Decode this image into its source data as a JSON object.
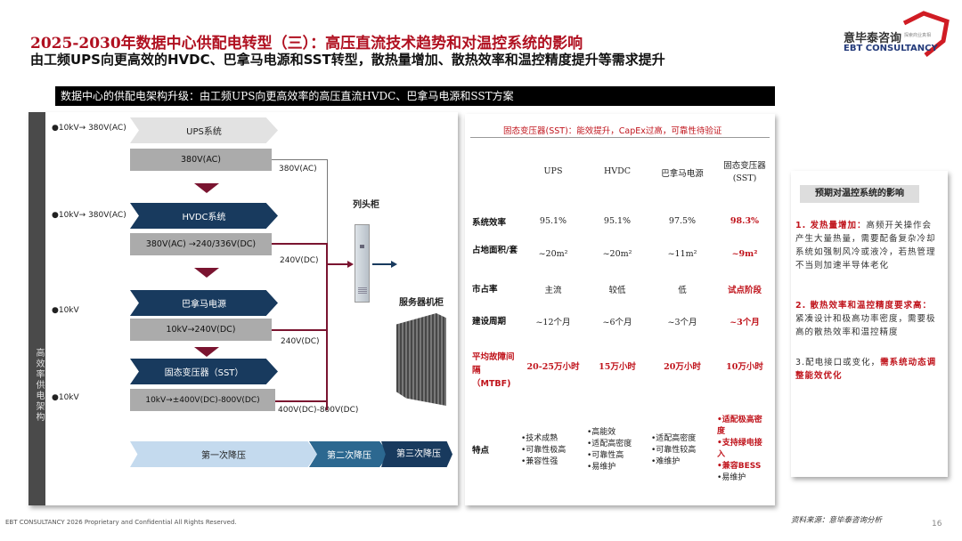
{
  "header": {
    "title": "2025-2030年数据中心供配电转型（三）：高压直流技术趋势和对温控系统的影响",
    "subtitle": "由工频UPS向更高效的HVDC、巴拿马电源和SST转型，散热量增加、散热效率和温控精度提升等需求提升"
  },
  "logo": {
    "cn": "意毕泰咨询",
    "tagline": "探索商业真相",
    "en": "EBT CONSULTANCY",
    "color": "#d01c24"
  },
  "banner": "数据中心的供配电架构升级：由工频UPS向更高效率的高压直流HVDC、巴拿马电源和SST方案",
  "diagram": {
    "side_label": "高效率供电架构",
    "inputs": [
      "●10kV→ 380V(AC)",
      "●10kV→ 380V(AC)",
      "●10kV",
      "●10kV"
    ],
    "systems": [
      {
        "name": "UPS系统",
        "conversion": "380V(AC)",
        "output": "380V(AC)"
      },
      {
        "name": "HVDC系统",
        "conversion": "380V(AC) →240/336V(DC)",
        "output": "240V(DC)"
      },
      {
        "name": "巴拿马电源",
        "conversion": "10kV→240V(DC)",
        "output": "240V(DC)"
      },
      {
        "name": "固态变压器（SST）",
        "conversion": "10kV→±400V(DC)-800V(DC)",
        "output": "400V(DC)-800V(DC)"
      }
    ],
    "column_cabinet": "列头柜",
    "server_rack": "服务器机柜",
    "stages": [
      "第一次降压",
      "第二次降压",
      "第三次降压"
    ],
    "colors": {
      "navy": "#183a5e",
      "grey": "#ababab",
      "light": "#e2e2e2",
      "red": "#7a1430"
    }
  },
  "table": {
    "title": "固态变压器(SST)：能效提升，CapEx过高，可靠性待验证",
    "columns": [
      "UPS",
      "HVDC",
      "巴拿马电源",
      "固态变压器\n(SST)"
    ],
    "rows": [
      {
        "label": "系统效率",
        "values": [
          "95.1%",
          "95.1%",
          "97.5%",
          "98.3%"
        ]
      },
      {
        "label": "占地面积/套",
        "values": [
          "~20m²",
          "~20m²",
          "~11m²",
          "~9m²"
        ]
      },
      {
        "label": "市占率",
        "values": [
          "主流",
          "较低",
          "低",
          "试点阶段"
        ]
      },
      {
        "label": "建设周期",
        "values": [
          "~12个月",
          "~6个月",
          "~3个月",
          "~3个月"
        ]
      },
      {
        "label": "平均故障间隔（MTBF)",
        "values": [
          "20-25万小时",
          "15万小时",
          "20万小时",
          "10万小时"
        ]
      }
    ],
    "features_label": "特点",
    "features": [
      [
        "•技术成熟",
        "•可靠性极高",
        "•兼容性强"
      ],
      [
        "•高能效",
        "•适配高密度",
        "•可靠性高",
        "•易维护"
      ],
      [
        "•适配高密度",
        "•可靠性较高",
        "•难维护"
      ],
      [
        "•适配极高密度",
        "•支持绿电接入",
        "•兼容BESS",
        "•易维护"
      ]
    ]
  },
  "impact": {
    "title": "预期对温控系统的影响",
    "items": [
      {
        "lead": "1. 发热量增加：",
        "text": "高频开关操作会产生大量热量，需要配备复杂冷却系统如强制风冷或液冷，若热管理不当则加速半导体老化"
      },
      {
        "lead": "2. 散热效率和温控精度要求高：",
        "text": "紧凑设计和极高功率密度，需要极高的散热效率和温控精度"
      },
      {
        "pre": "3.配电接口或变化，",
        "lead": "需系统动态调整能效优化"
      }
    ]
  },
  "footer": {
    "copyright": "EBT CONSULTANCY 2026 Proprietary and Confidential All Rights Reserved.",
    "source": "资料来源：意毕泰咨询分析",
    "page": "16"
  }
}
